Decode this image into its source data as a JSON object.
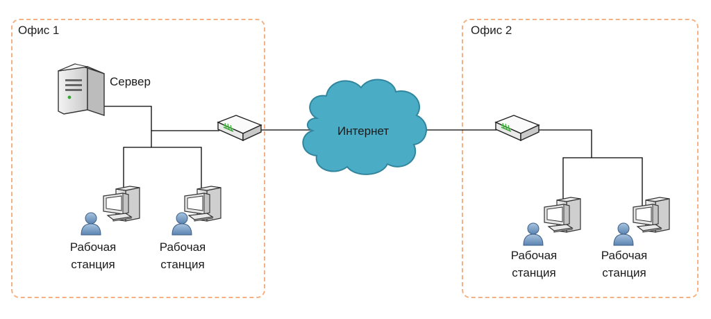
{
  "offices": [
    {
      "title": "Офис 1"
    },
    {
      "title": "Офис 2"
    }
  ],
  "server": {
    "label": "Сервер"
  },
  "internet": {
    "label": "Интернет"
  },
  "workstations": [
    {
      "line1": "Рабочая",
      "line2": "станция"
    },
    {
      "line1": "Рабочая",
      "line2": "станция"
    },
    {
      "line1": "Рабочая",
      "line2": "станция"
    },
    {
      "line1": "Рабочая",
      "line2": "станция"
    }
  ],
  "colors": {
    "office_border": "#f4b183",
    "cloud_fill": "#4bacc6",
    "cloud_stroke": "#31859c",
    "link": "#000000"
  },
  "icons": [
    "server-icon",
    "router-icon",
    "cloud-icon",
    "workstation-icon",
    "user-icon"
  ]
}
